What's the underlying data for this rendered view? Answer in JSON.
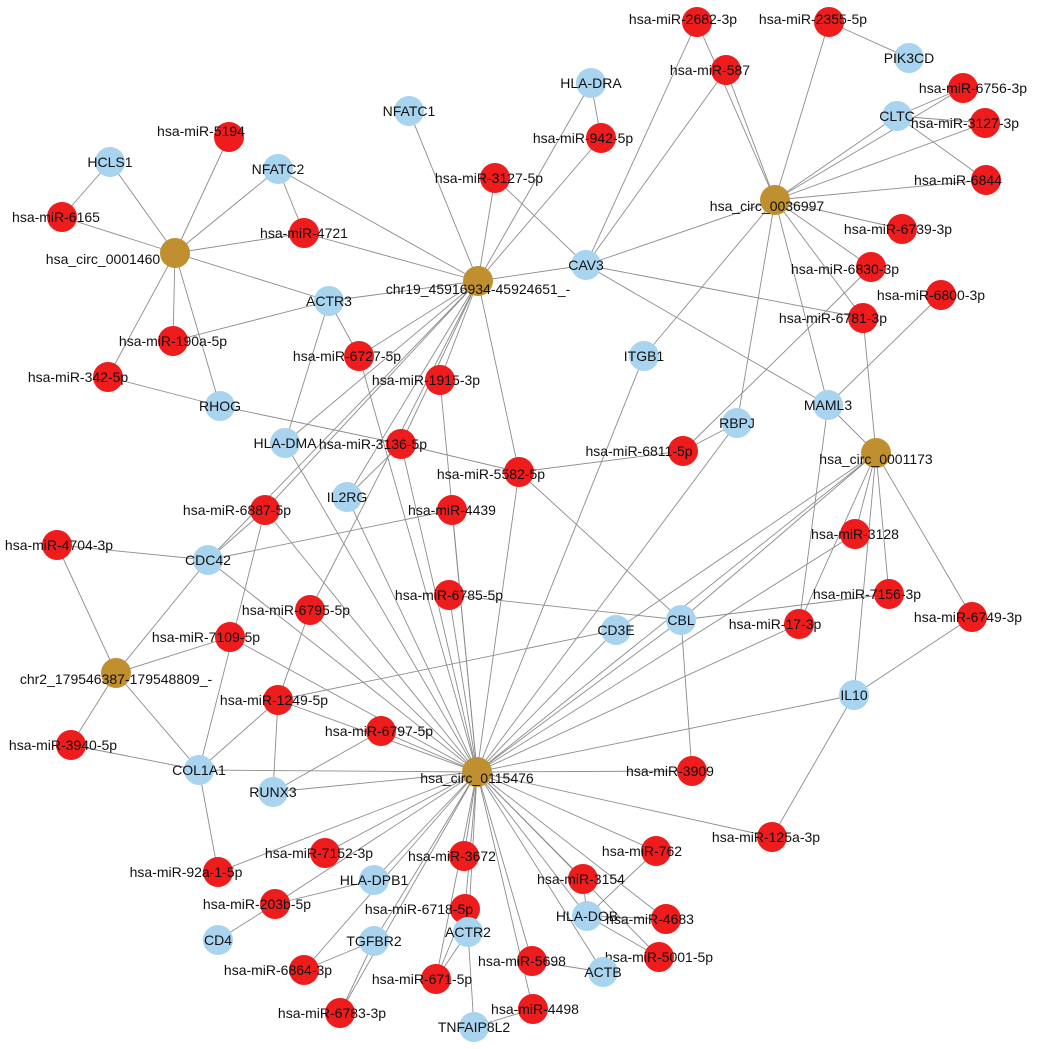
{
  "colors": {
    "circrna": "#c09030",
    "mirna": "#ee1c1c",
    "mrna": "#a8d4f0",
    "edge": "#8c8c8c"
  },
  "nodes": [
    {
      "id": "circ_0001460",
      "label": "hsa_circ_0001460",
      "kind": "circrna"
    },
    {
      "id": "chr19",
      "label": "chr19_45916934-45924651_-",
      "kind": "circrna"
    },
    {
      "id": "circ_0036997",
      "label": "hsa_circ_0036997",
      "kind": "circrna"
    },
    {
      "id": "circ_0001173",
      "label": "hsa_circ_0001173",
      "kind": "circrna"
    },
    {
      "id": "chr2",
      "label": "chr2_179546387-179548809_-",
      "kind": "circrna"
    },
    {
      "id": "circ_0115476",
      "label": "hsa_circ_0115476",
      "kind": "circrna"
    },
    {
      "id": "m2682",
      "label": "hsa-miR-2682-3p",
      "kind": "mirna"
    },
    {
      "id": "m2355",
      "label": "hsa-miR-2355-5p",
      "kind": "mirna"
    },
    {
      "id": "m587",
      "label": "hsa-miR-587",
      "kind": "mirna"
    },
    {
      "id": "m6756",
      "label": "hsa-miR-6756-3p",
      "kind": "mirna"
    },
    {
      "id": "m3127_3",
      "label": "hsa-miR-3127-3p",
      "kind": "mirna"
    },
    {
      "id": "m942",
      "label": "hsa-miR-942-5p",
      "kind": "mirna"
    },
    {
      "id": "m5194",
      "label": "hsa-miR-5194",
      "kind": "mirna"
    },
    {
      "id": "m3127_5",
      "label": "hsa-miR-3127-5p",
      "kind": "mirna"
    },
    {
      "id": "m6844",
      "label": "hsa-miR-6844",
      "kind": "mirna"
    },
    {
      "id": "m6165",
      "label": "hsa-miR-6165",
      "kind": "mirna"
    },
    {
      "id": "m4721",
      "label": "hsa-miR-4721",
      "kind": "mirna"
    },
    {
      "id": "m6739",
      "label": "hsa-miR-6739-3p",
      "kind": "mirna"
    },
    {
      "id": "m6830",
      "label": "hsa-miR-6830-3p",
      "kind": "mirna"
    },
    {
      "id": "m6800",
      "label": "hsa-miR-6800-3p",
      "kind": "mirna"
    },
    {
      "id": "m6781",
      "label": "hsa-miR-6781-3p",
      "kind": "mirna"
    },
    {
      "id": "m190a",
      "label": "hsa-miR-190a-5p",
      "kind": "mirna"
    },
    {
      "id": "m6727",
      "label": "hsa-miR-6727-5p",
      "kind": "mirna"
    },
    {
      "id": "m342",
      "label": "hsa-miR-342-5p",
      "kind": "mirna"
    },
    {
      "id": "m1915",
      "label": "hsa-miR-1915-3p",
      "kind": "mirna"
    },
    {
      "id": "m3136",
      "label": "hsa-miR-3136-5p",
      "kind": "mirna"
    },
    {
      "id": "m6811",
      "label": "hsa-miR-6811-5p",
      "kind": "mirna"
    },
    {
      "id": "m5582",
      "label": "hsa-miR-5582-5p",
      "kind": "mirna"
    },
    {
      "id": "m6887",
      "label": "hsa-miR-6887-5p",
      "kind": "mirna"
    },
    {
      "id": "m4439",
      "label": "hsa-miR-4439",
      "kind": "mirna"
    },
    {
      "id": "m3128",
      "label": "hsa-miR-3128",
      "kind": "mirna"
    },
    {
      "id": "m4704",
      "label": "hsa-miR-4704-3p",
      "kind": "mirna"
    },
    {
      "id": "m7156",
      "label": "hsa-miR-7156-3p",
      "kind": "mirna"
    },
    {
      "id": "m6785",
      "label": "hsa-miR-6785-5p",
      "kind": "mirna"
    },
    {
      "id": "m6795",
      "label": "hsa-miR-6795-5p",
      "kind": "mirna"
    },
    {
      "id": "m17",
      "label": "hsa-miR-17-3p",
      "kind": "mirna"
    },
    {
      "id": "m6749",
      "label": "hsa-miR-6749-3p",
      "kind": "mirna"
    },
    {
      "id": "m7109",
      "label": "hsa-miR-7109-5p",
      "kind": "mirna"
    },
    {
      "id": "m1249",
      "label": "hsa-miR-1249-5p",
      "kind": "mirna"
    },
    {
      "id": "m6797",
      "label": "hsa-miR-6797-5p",
      "kind": "mirna"
    },
    {
      "id": "m3940",
      "label": "hsa-miR-3940-5p",
      "kind": "mirna"
    },
    {
      "id": "m3909",
      "label": "hsa-miR-3909",
      "kind": "mirna"
    },
    {
      "id": "m125a",
      "label": "hsa-miR-125a-3p",
      "kind": "mirna"
    },
    {
      "id": "m7152",
      "label": "hsa-miR-7152-3p",
      "kind": "mirna"
    },
    {
      "id": "m3672",
      "label": "hsa-miR-3672",
      "kind": "mirna"
    },
    {
      "id": "m762",
      "label": "hsa-miR-762",
      "kind": "mirna"
    },
    {
      "id": "m92a",
      "label": "hsa-miR-92a-1-5p",
      "kind": "mirna"
    },
    {
      "id": "m3154",
      "label": "hsa-miR-3154",
      "kind": "mirna"
    },
    {
      "id": "m203b",
      "label": "hsa-miR-203b-5p",
      "kind": "mirna"
    },
    {
      "id": "m6718",
      "label": "hsa-miR-6718-5p",
      "kind": "mirna"
    },
    {
      "id": "m4683",
      "label": "hsa-miR-4683",
      "kind": "mirna"
    },
    {
      "id": "m5001",
      "label": "hsa-miR-5001-5p",
      "kind": "mirna"
    },
    {
      "id": "m5698",
      "label": "hsa-miR-5698",
      "kind": "mirna"
    },
    {
      "id": "m6864",
      "label": "hsa-miR-6864-3p",
      "kind": "mirna"
    },
    {
      "id": "m671",
      "label": "hsa-miR-671-5p",
      "kind": "mirna"
    },
    {
      "id": "m4498",
      "label": "hsa-miR-4498",
      "kind": "mirna"
    },
    {
      "id": "m6783",
      "label": "hsa-miR-6783-3p",
      "kind": "mirna"
    },
    {
      "id": "PIK3CD",
      "label": "PIK3CD",
      "kind": "mrna"
    },
    {
      "id": "HLA-DRA",
      "label": "HLA-DRA",
      "kind": "mrna"
    },
    {
      "id": "CLTC",
      "label": "CLTC",
      "kind": "mrna"
    },
    {
      "id": "NFATC1",
      "label": "NFATC1",
      "kind": "mrna"
    },
    {
      "id": "HCLS1",
      "label": "HCLS1",
      "kind": "mrna"
    },
    {
      "id": "NFATC2",
      "label": "NFATC2",
      "kind": "mrna"
    },
    {
      "id": "CAV3",
      "label": "CAV3",
      "kind": "mrna"
    },
    {
      "id": "ACTR3",
      "label": "ACTR3",
      "kind": "mrna"
    },
    {
      "id": "ITGB1",
      "label": "ITGB1",
      "kind": "mrna"
    },
    {
      "id": "RHOG",
      "label": "RHOG",
      "kind": "mrna"
    },
    {
      "id": "MAML3",
      "label": "MAML3",
      "kind": "mrna"
    },
    {
      "id": "RBPJ",
      "label": "RBPJ",
      "kind": "mrna"
    },
    {
      "id": "HLA-DMA",
      "label": "HLA-DMA",
      "kind": "mrna"
    },
    {
      "id": "IL2RG",
      "label": "IL2RG",
      "kind": "mrna"
    },
    {
      "id": "CDC42",
      "label": "CDC42",
      "kind": "mrna"
    },
    {
      "id": "CD3E",
      "label": "CD3E",
      "kind": "mrna"
    },
    {
      "id": "CBL",
      "label": "CBL",
      "kind": "mrna"
    },
    {
      "id": "IL10",
      "label": "IL10",
      "kind": "mrna"
    },
    {
      "id": "COL1A1",
      "label": "COL1A1",
      "kind": "mrna"
    },
    {
      "id": "RUNX3",
      "label": "RUNX3",
      "kind": "mrna"
    },
    {
      "id": "HLA-DPB1",
      "label": "HLA-DPB1",
      "kind": "mrna"
    },
    {
      "id": "HLA-DOB",
      "label": "HLA-DOB",
      "kind": "mrna"
    },
    {
      "id": "CD4",
      "label": "CD4",
      "kind": "mrna"
    },
    {
      "id": "TGFBR2",
      "label": "TGFBR2",
      "kind": "mrna"
    },
    {
      "id": "ACTR2",
      "label": "ACTR2",
      "kind": "mrna"
    },
    {
      "id": "ACTB",
      "label": "ACTB",
      "kind": "mrna"
    },
    {
      "id": "TNFAIP8L2",
      "label": "TNFAIP8L2",
      "kind": "mrna"
    }
  ],
  "edges": [
    [
      "circ_0001460",
      "HCLS1"
    ],
    [
      "circ_0001460",
      "m5194"
    ],
    [
      "circ_0001460",
      "NFATC2"
    ],
    [
      "circ_0001460",
      "m6165"
    ],
    [
      "circ_0001460",
      "m4721"
    ],
    [
      "circ_0001460",
      "ACTR3"
    ],
    [
      "circ_0001460",
      "m190a"
    ],
    [
      "circ_0001460",
      "m342"
    ],
    [
      "circ_0001460",
      "RHOG"
    ],
    [
      "HCLS1",
      "m6165"
    ],
    [
      "chr19",
      "NFATC1"
    ],
    [
      "chr19",
      "NFATC2"
    ],
    [
      "chr19",
      "m4721"
    ],
    [
      "chr19",
      "m3127_5"
    ],
    [
      "chr19",
      "m942"
    ],
    [
      "chr19",
      "HLA-DRA"
    ],
    [
      "chr19",
      "CAV3"
    ],
    [
      "chr19",
      "ACTR3"
    ],
    [
      "chr19",
      "m6727"
    ],
    [
      "chr19",
      "m1915"
    ],
    [
      "chr19",
      "m3136"
    ],
    [
      "chr19",
      "HLA-DMA"
    ],
    [
      "chr19",
      "IL2RG"
    ],
    [
      "chr19",
      "m6887"
    ],
    [
      "chr19",
      "m5582"
    ],
    [
      "chr19",
      "CDC42"
    ],
    [
      "chr19",
      "m6795"
    ],
    [
      "NFATC2",
      "m4721"
    ],
    [
      "m3127_5",
      "CAV3"
    ],
    [
      "ACTR3",
      "m190a"
    ],
    [
      "ACTR3",
      "m6727"
    ],
    [
      "ACTR3",
      "HLA-DMA"
    ],
    [
      "circ_0036997",
      "m2682"
    ],
    [
      "circ_0036997",
      "m587"
    ],
    [
      "circ_0036997",
      "m2355"
    ],
    [
      "circ_0036997",
      "CLTC"
    ],
    [
      "circ_0036997",
      "m6756"
    ],
    [
      "circ_0036997",
      "m3127_3"
    ],
    [
      "circ_0036997",
      "m6844"
    ],
    [
      "circ_0036997",
      "m6739"
    ],
    [
      "circ_0036997",
      "m6830"
    ],
    [
      "circ_0036997",
      "m6781"
    ],
    [
      "circ_0036997",
      "CAV3"
    ],
    [
      "circ_0036997",
      "ITGB1"
    ],
    [
      "circ_0036997",
      "RBPJ"
    ],
    [
      "circ_0036997",
      "MAML3"
    ],
    [
      "m2355",
      "PIK3CD"
    ],
    [
      "CLTC",
      "m6756"
    ],
    [
      "CLTC",
      "m3127_3"
    ],
    [
      "CLTC",
      "m6844"
    ],
    [
      "m587",
      "CAV3"
    ],
    [
      "m2682",
      "CAV3"
    ],
    [
      "CAV3",
      "m6781"
    ],
    [
      "CAV3",
      "MAML3"
    ],
    [
      "m942",
      "HLA-DRA"
    ],
    [
      "circ_0001173",
      "MAML3"
    ],
    [
      "circ_0001173",
      "m6781"
    ],
    [
      "circ_0001173",
      "m3128"
    ],
    [
      "circ_0001173",
      "m7156"
    ],
    [
      "circ_0001173",
      "m6749"
    ],
    [
      "circ_0001173",
      "IL10"
    ],
    [
      "circ_0001173",
      "CBL"
    ],
    [
      "circ_0001173",
      "CD3E"
    ],
    [
      "circ_0001173",
      "m17"
    ],
    [
      "MAML3",
      "m6800"
    ],
    [
      "MAML3",
      "m17"
    ],
    [
      "IL10",
      "m6749"
    ],
    [
      "IL10",
      "m125a"
    ],
    [
      "chr2",
      "m4704"
    ],
    [
      "chr2",
      "CDC42"
    ],
    [
      "chr2",
      "m3940"
    ],
    [
      "chr2",
      "COL1A1"
    ],
    [
      "chr2",
      "m7109"
    ],
    [
      "m4704",
      "CDC42"
    ],
    [
      "m342",
      "RHOG"
    ],
    [
      "RHOG",
      "m3136"
    ],
    [
      "m3136",
      "m5582"
    ],
    [
      "m5582",
      "m6811"
    ],
    [
      "m6811",
      "RBPJ"
    ],
    [
      "m6830",
      "m6811"
    ],
    [
      "m5582",
      "CBL"
    ],
    [
      "m6785",
      "CBL"
    ],
    [
      "CBL",
      "m7156"
    ],
    [
      "CBL",
      "m3909"
    ],
    [
      "CD3E",
      "m1249"
    ],
    [
      "IL2RG",
      "m3136"
    ],
    [
      "CDC42",
      "m6887"
    ],
    [
      "CDC42",
      "m4439"
    ],
    [
      "m3940",
      "COL1A1"
    ],
    [
      "COL1A1",
      "m1249"
    ],
    [
      "COL1A1",
      "m92a"
    ],
    [
      "m6887",
      "COL1A1"
    ],
    [
      "m6795",
      "m1249"
    ],
    [
      "m1249",
      "RUNX3"
    ],
    [
      "RUNX3",
      "m6797"
    ],
    [
      "HLA-DPB1",
      "m203b"
    ],
    [
      "CD4",
      "m203b"
    ],
    [
      "m6718",
      "m671"
    ],
    [
      "TGFBR2",
      "m6864"
    ],
    [
      "TGFBR2",
      "m6783"
    ],
    [
      "ACTR2",
      "m671"
    ],
    [
      "ACTR2",
      "TNFAIP8L2"
    ],
    [
      "m5698",
      "ACTB"
    ],
    [
      "m4498",
      "TNFAIP8L2"
    ],
    [
      "HLA-DOB",
      "m4683"
    ],
    [
      "HLA-DOB",
      "m5001"
    ],
    [
      "m3154",
      "HLA-DOB"
    ],
    [
      "m762",
      "HLA-DOB"
    ],
    [
      "circ_0115476",
      "m6887"
    ],
    [
      "circ_0115476",
      "m6795"
    ],
    [
      "circ_0115476",
      "m6785"
    ],
    [
      "circ_0115476",
      "m6797"
    ],
    [
      "circ_0115476",
      "m1249"
    ],
    [
      "circ_0115476",
      "CDC42"
    ],
    [
      "circ_0115476",
      "COL1A1"
    ],
    [
      "circ_0115476",
      "RUNX3"
    ],
    [
      "circ_0115476",
      "m4439"
    ],
    [
      "circ_0115476",
      "m3136"
    ],
    [
      "circ_0115476",
      "m5582"
    ],
    [
      "circ_0115476",
      "IL2RG"
    ],
    [
      "circ_0115476",
      "HLA-DMA"
    ],
    [
      "circ_0115476",
      "m6727"
    ],
    [
      "circ_0115476",
      "ITGB1"
    ],
    [
      "circ_0115476",
      "RBPJ"
    ],
    [
      "circ_0115476",
      "CD3E"
    ],
    [
      "circ_0115476",
      "CBL"
    ],
    [
      "circ_0115476",
      "m17"
    ],
    [
      "circ_0115476",
      "IL10"
    ],
    [
      "circ_0115476",
      "m3909"
    ],
    [
      "circ_0115476",
      "m125a"
    ],
    [
      "circ_0115476",
      "m762"
    ],
    [
      "circ_0115476",
      "m3154"
    ],
    [
      "circ_0115476",
      "m4683"
    ],
    [
      "circ_0115476",
      "m5001"
    ],
    [
      "circ_0115476",
      "HLA-DOB"
    ],
    [
      "circ_0115476",
      "ACTB"
    ],
    [
      "circ_0115476",
      "m5698"
    ],
    [
      "circ_0115476",
      "m4498"
    ],
    [
      "circ_0115476",
      "ACTR2"
    ],
    [
      "circ_0115476",
      "m3672"
    ],
    [
      "circ_0115476",
      "m671"
    ],
    [
      "circ_0115476",
      "TGFBR2"
    ],
    [
      "circ_0115476",
      "m6718"
    ],
    [
      "circ_0115476",
      "HLA-DPB1"
    ],
    [
      "circ_0115476",
      "m203b"
    ],
    [
      "circ_0115476",
      "m7152"
    ],
    [
      "circ_0115476",
      "m92a"
    ],
    [
      "circ_0115476",
      "m6864"
    ],
    [
      "circ_0115476",
      "m6783"
    ],
    [
      "circ_0115476",
      "circ_0001173"
    ],
    [
      "circ_0115476",
      "m1915"
    ],
    [
      "circ_0115476",
      "m3128"
    ],
    [
      "circ_0115476",
      "m7109"
    ]
  ]
}
